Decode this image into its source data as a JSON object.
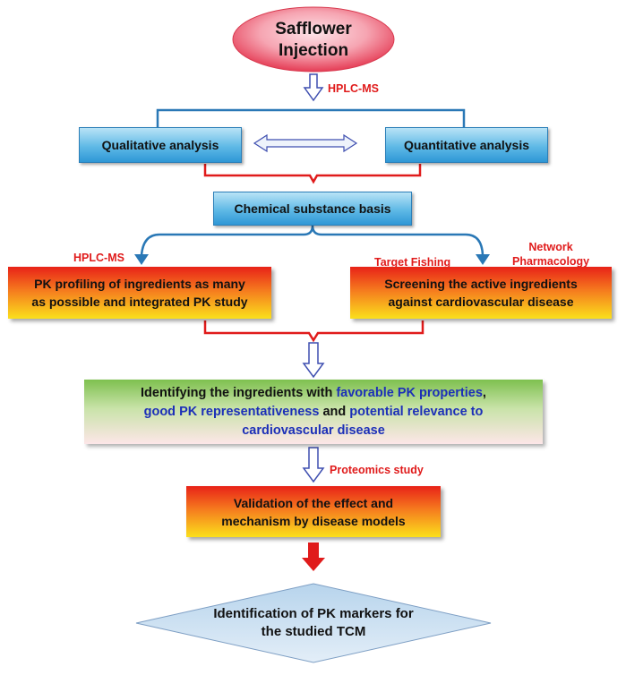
{
  "nodes": {
    "start": {
      "line1": "Safflower",
      "line2": "Injection"
    },
    "qualitative": "Qualitative analysis",
    "quantitative": "Quantitative analysis",
    "chemical_basis": "Chemical substance basis",
    "pk_profiling": {
      "line1": "PK profiling of ingredients as many",
      "line2": "as possible and integrated PK study"
    },
    "screening": {
      "line1": "Screening the active ingredients",
      "line2": "against cardiovascular disease"
    },
    "identifying": {
      "part1": "Identifying the ingredients with ",
      "hl1": "favorable PK properties",
      "part2": ",",
      "hl2": "good PK representativeness",
      "part3": " and ",
      "hl3": "potential relevance to",
      "hl4": "cardiovascular disease"
    },
    "validation": {
      "line1": "Validation of the effect and",
      "line2": "mechanism by disease models"
    },
    "final": {
      "line1": "Identification of PK markers for",
      "line2": "the studied TCM"
    }
  },
  "labels": {
    "hplc_ms_top": "HPLC-MS",
    "hplc_ms_left": "HPLC-MS",
    "target_fishing": "Target Fishing",
    "network_line1": "Network",
    "network_line2": "Pharmacology",
    "proteomics": "Proteomics study"
  },
  "colors": {
    "blue_connector": "#2a78b6",
    "red_connector": "#e01b1b",
    "label_red": "#e01b1b",
    "highlight_blue": "#1c2fb8"
  }
}
